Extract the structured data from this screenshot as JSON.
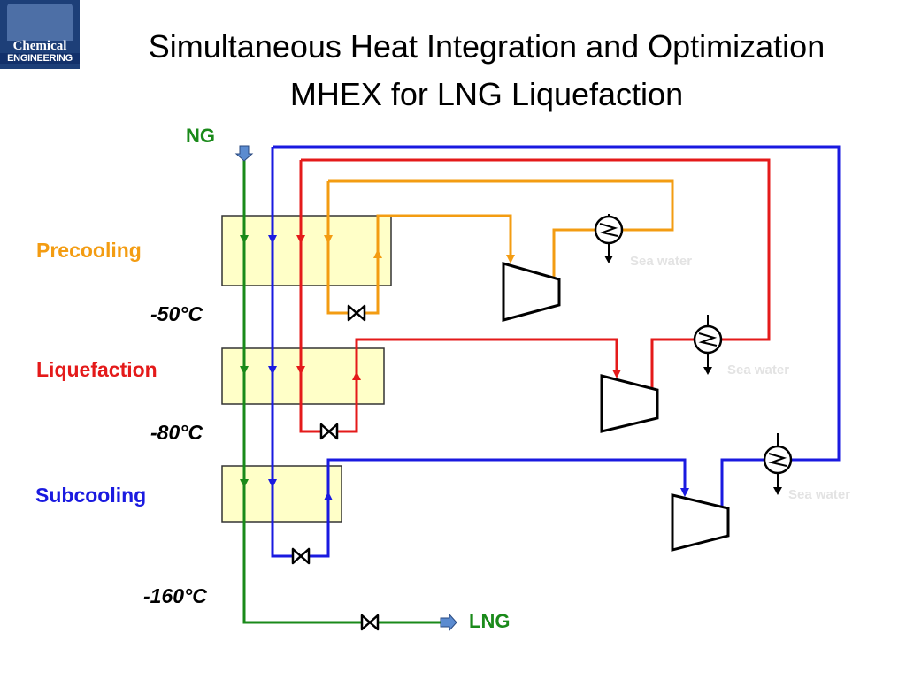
{
  "logo": {
    "line1": "Chemical",
    "line2": "ENGINEERING"
  },
  "title": {
    "line1": "Simultaneous Heat Integration and Optimization",
    "line2": "MHEX for LNG Liquefaction"
  },
  "labels": {
    "ng": "NG",
    "lng": "LNG",
    "precooling": "Precooling",
    "liquefaction": "Liquefaction",
    "subcooling": "Subcooling",
    "t1": "-50°C",
    "t2": "-80°C",
    "t3": "-160°C",
    "sea_water": "Sea water"
  },
  "colors": {
    "ng": "#1a8a1a",
    "precooling": "#f39c12",
    "liquefaction": "#e41a1a",
    "subcooling": "#1a1ae0",
    "hex_fill": "#ffffc8",
    "sea_water": "#e3e3e3"
  }
}
